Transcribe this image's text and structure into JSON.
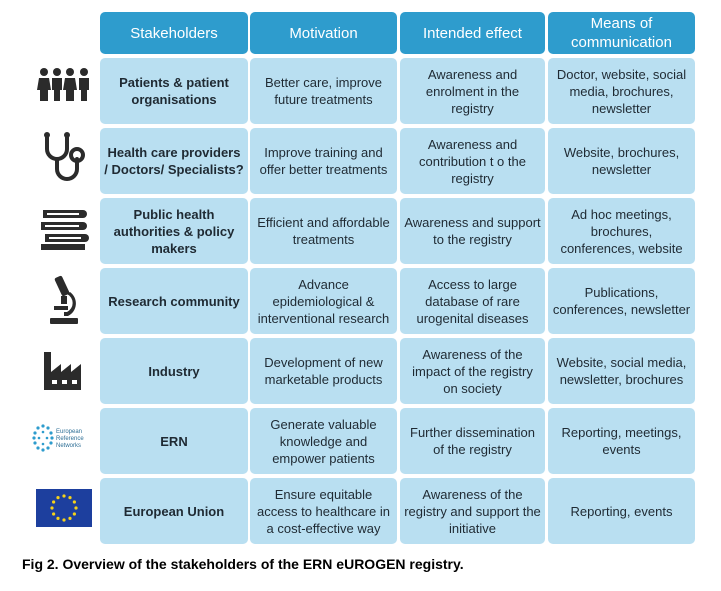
{
  "headers": [
    "Stakeholders",
    "Motivation",
    "Intended effect",
    "Means of communication"
  ],
  "rows": [
    {
      "icon": "people-group-icon",
      "stakeholder": "Patients & patient organisations",
      "motivation": "Better care, improve future treatments",
      "effect": "Awareness and enrolment in the registry",
      "means": "Doctor, website, social media, brochures, newsletter"
    },
    {
      "icon": "stethoscope-icon",
      "stakeholder": "Health care providers / Doctors/ Specialists?",
      "motivation": "Improve training and offer better treatments",
      "effect": "Awareness and contribution t o the registry",
      "means": "Website, brochures, newsletter"
    },
    {
      "icon": "books-icon",
      "stakeholder": "Public health authorities & policy makers",
      "motivation": "Efficient and affordable treatments",
      "effect": "Awareness and support to the registry",
      "means": "Ad hoc meetings, brochures, conferences, website"
    },
    {
      "icon": "microscope-icon",
      "stakeholder": "Research community",
      "motivation": "Advance epidemiological & interventional research",
      "effect": "Access to large database of rare urogenital diseases",
      "means": "Publications, conferences, newsletter"
    },
    {
      "icon": "factory-icon",
      "stakeholder": "Industry",
      "motivation": "Development of new marketable products",
      "effect": "Awareness of the impact of the registry on society",
      "means": "Website, social media, newsletter, brochures"
    },
    {
      "icon": "ern-logo-icon",
      "icon_text": "European Reference Networks",
      "stakeholder": "ERN",
      "motivation": "Generate valuable knowledge and empower patients",
      "effect": "Further dissemination of the registry",
      "means": "Reporting, meetings, events"
    },
    {
      "icon": "eu-flag-icon",
      "stakeholder": "European Union",
      "motivation": "Ensure equitable access to healthcare in a cost-effective way",
      "effect": "Awareness of the registry and support the initiative",
      "means": "Reporting, events"
    }
  ],
  "caption": "Fig 2. Overview of the stakeholders of the ERN eUROGEN registry.",
  "colors": {
    "header": "#2e9ccd",
    "cell": "#b9dff1",
    "text": "#1f2a33"
  }
}
